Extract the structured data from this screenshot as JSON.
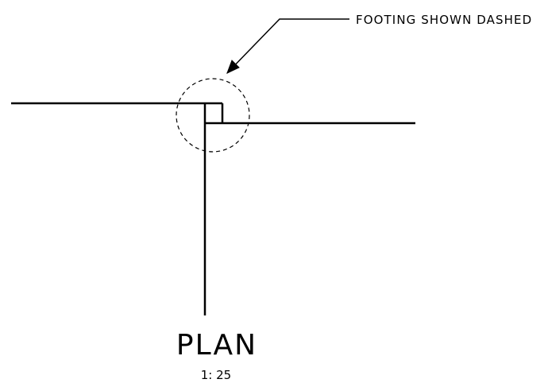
{
  "annotation": {
    "callout_text": "FOOTING SHOWN DASHED"
  },
  "title_block": {
    "view_title": "PLAN",
    "scale": "1: 25"
  },
  "colors": {
    "ink": "#000000",
    "background": "#ffffff"
  }
}
